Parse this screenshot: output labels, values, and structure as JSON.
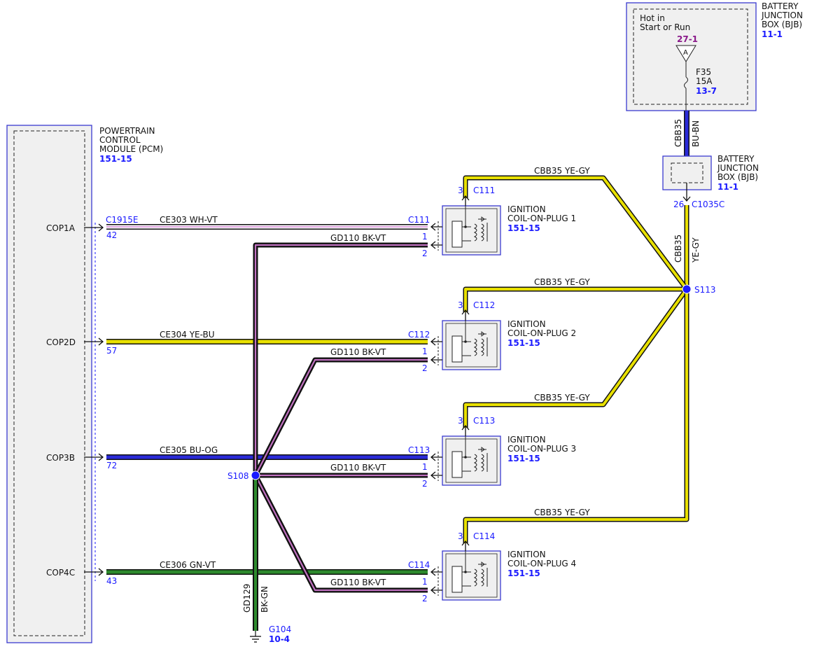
{
  "pcm": {
    "name_lines": [
      "POWERTRAIN",
      "CONTROL",
      "MODULE (PCM)"
    ],
    "ref": "151-15",
    "connector": "C1915E",
    "pins": [
      {
        "label": "COP1A",
        "pin": "42"
      },
      {
        "label": "COP2D",
        "pin": "57"
      },
      {
        "label": "COP3B",
        "pin": "72"
      },
      {
        "label": "COP4C",
        "pin": "43"
      }
    ]
  },
  "signal_wires": [
    {
      "circuit": "CE303",
      "color_code": "WH-VT",
      "colors": [
        "#ffffff",
        "#d78ad7"
      ]
    },
    {
      "circuit": "CE304",
      "color_code": "YE-BU",
      "colors": [
        "#e8e000",
        "#c8c800"
      ]
    },
    {
      "circuit": "CE305",
      "color_code": "BU-OG",
      "colors": [
        "#2a2ad8",
        "#2a2ad8"
      ]
    },
    {
      "circuit": "CE306",
      "color_code": "GN-VT",
      "colors": [
        "#2d8a2d",
        "#2d8a2d"
      ]
    }
  ],
  "ground_wire": {
    "circuit": "GD110",
    "color_code": "BK-VT"
  },
  "ground_trunk": {
    "circuit": "GD129",
    "color_code": "BK-GN",
    "ground": "G104",
    "ground_ref": "10-4"
  },
  "splices": {
    "ground": "S108",
    "power": "S113"
  },
  "coils": [
    {
      "name_lines": [
        "IGNITION",
        "COIL-ON-PLUG 1"
      ],
      "ref": "151-15",
      "connector": "C111",
      "pin_power": "3",
      "pin_signal": "1",
      "pin_ground": "2"
    },
    {
      "name_lines": [
        "IGNITION",
        "COIL-ON-PLUG 2"
      ],
      "ref": "151-15",
      "connector": "C112",
      "pin_power": "3",
      "pin_signal": "1",
      "pin_ground": "2"
    },
    {
      "name_lines": [
        "IGNITION",
        "COIL-ON-PLUG 3"
      ],
      "ref": "151-15",
      "connector": "C113",
      "pin_power": "3",
      "pin_signal": "1",
      "pin_ground": "2"
    },
    {
      "name_lines": [
        "IGNITION",
        "COIL-ON-PLUG 4"
      ],
      "ref": "151-15",
      "connector": "C114",
      "pin_power": "3",
      "pin_signal": "1",
      "pin_ground": "2"
    }
  ],
  "power_wire": {
    "circuit": "CBB35",
    "color_code": "YE-GY"
  },
  "bjb_top": {
    "name_lines": [
      "BATTERY",
      "JUNCTION",
      "BOX (BJB)"
    ],
    "ref": "11-1",
    "hot_lines": [
      "Hot in",
      "Start or Run"
    ],
    "power_ref": "27-1",
    "bus_letter": "A",
    "fuse": "F35",
    "fuse_rating": "15A",
    "fuse_ref": "13-7"
  },
  "bjb_wire": {
    "circuit": "CBB35",
    "color_code": "BU-BN"
  },
  "bjb_lower": {
    "name_lines": [
      "BATTERY",
      "JUNCTION",
      "BOX (BJB)"
    ],
    "ref": "11-1",
    "connector": "C1035C",
    "pin": "26"
  },
  "colors": {
    "component_outline": "#3a3ad0",
    "link_blue": "#1a1aff",
    "ground_wire_stripe": "#c070c0",
    "ground_wire_base": "#111111",
    "power_wire": "#e8e000",
    "ground_trunk_green": "#2d8a2d"
  }
}
